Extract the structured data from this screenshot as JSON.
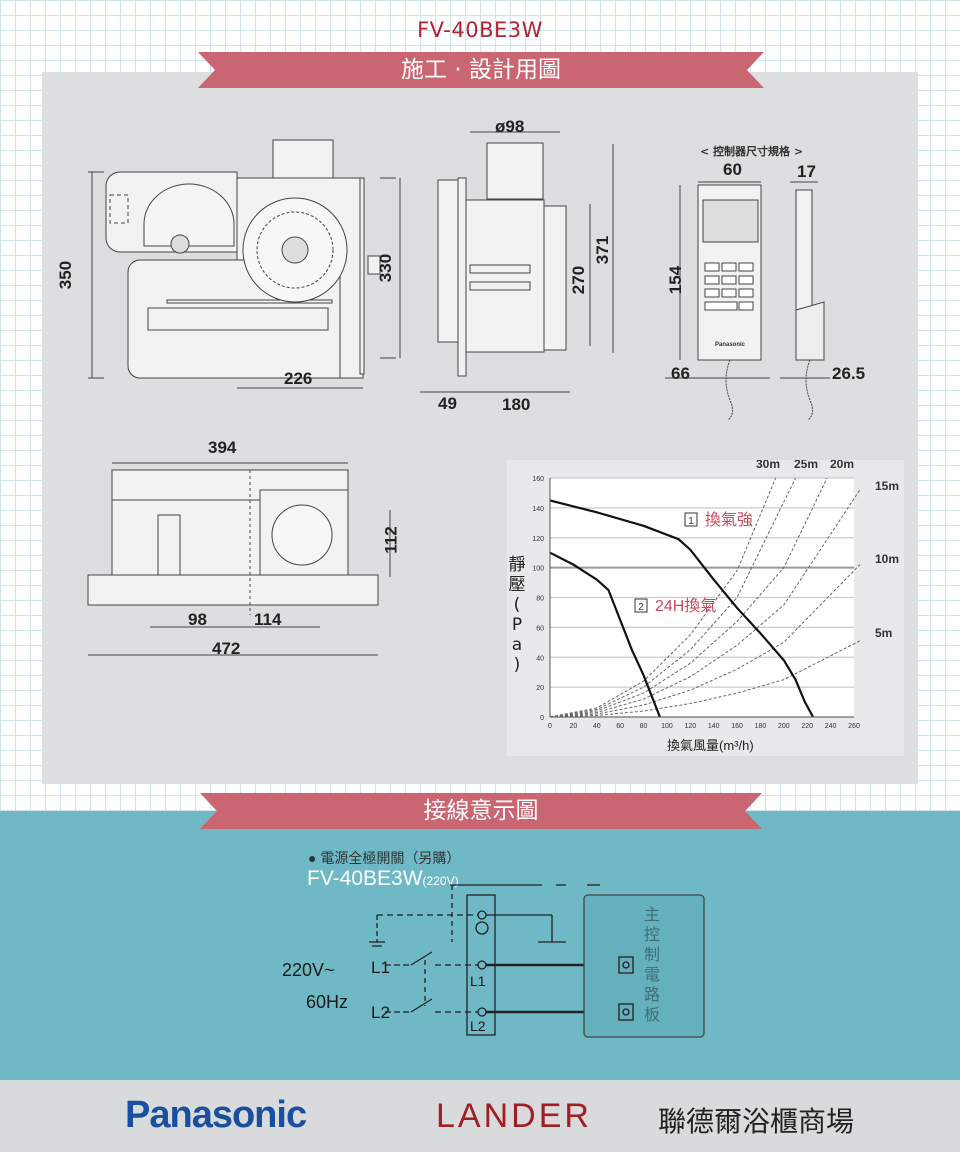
{
  "header": {
    "model": "FV-40BE3W",
    "section_install": "施工 · 設計用圖",
    "section_wiring": "接線意示圖"
  },
  "drawing_top_view": {
    "dim_height_left": "350",
    "dim_height_right": "330",
    "dim_width": "226"
  },
  "drawing_side_view": {
    "dim_duct": "ø98",
    "dim_inner_height": "270",
    "dim_total_height": "371",
    "dim_flange": "49",
    "dim_depth": "180"
  },
  "controller": {
    "title": "< 控制器尺寸規格 >",
    "dim_width": "60",
    "dim_depth": "17",
    "dim_height": "154",
    "dim_bottom_width": "66",
    "dim_bottom_depth": "26.5",
    "brand_label": "Panasonic"
  },
  "drawing_front_view": {
    "dim_top_width": "394",
    "dim_height": "112",
    "dim_left_offset": "98",
    "dim_right_offset": "114",
    "dim_total_width": "472"
  },
  "chart_data": {
    "type": "line",
    "title": "",
    "xlabel": "換氣風量(m³/h)",
    "ylabel": "靜壓(Pa)",
    "xlim": [
      0,
      260
    ],
    "ylim": [
      0,
      160
    ],
    "x_ticks": [
      0,
      20,
      40,
      60,
      80,
      100,
      120,
      140,
      160,
      180,
      200,
      220,
      240,
      260
    ],
    "y_ticks": [
      0,
      20,
      40,
      60,
      80,
      100,
      120,
      140,
      160
    ],
    "grid": "horizontal",
    "series": [
      {
        "name": "換氣強",
        "marker": "1",
        "style": "solid",
        "x": [
          0,
          40,
          80,
          110,
          120,
          140,
          160,
          180,
          200,
          210,
          218,
          225
        ],
        "y": [
          145,
          137,
          128,
          119,
          112,
          92,
          73,
          56,
          38,
          25,
          10,
          0
        ]
      },
      {
        "name": "24H換氣",
        "marker": "2",
        "style": "solid",
        "x": [
          0,
          20,
          40,
          50,
          60,
          70,
          80,
          88,
          94
        ],
        "y": [
          110,
          102,
          92,
          85,
          65,
          45,
          28,
          12,
          0
        ]
      }
    ],
    "duct_curves": [
      {
        "label": "30m",
        "x": [
          0,
          40,
          80,
          120,
          160,
          193
        ],
        "y": [
          0,
          6,
          24,
          55,
          98,
          160
        ]
      },
      {
        "label": "25m",
        "x": [
          0,
          40,
          80,
          120,
          160,
          210
        ],
        "y": [
          0,
          5,
          20,
          45,
          80,
          160
        ]
      },
      {
        "label": "20m",
        "x": [
          0,
          40,
          80,
          120,
          160,
          200,
          237
        ],
        "y": [
          0,
          4,
          16,
          36,
          64,
          100,
          160
        ]
      },
      {
        "label": "15m",
        "x": [
          0,
          40,
          80,
          120,
          160,
          200,
          265
        ],
        "y": [
          0,
          3,
          12,
          27,
          48,
          75,
          152
        ]
      },
      {
        "label": "10m",
        "x": [
          0,
          40,
          80,
          120,
          160,
          200,
          265
        ],
        "y": [
          0,
          2,
          8,
          18,
          32,
          50,
          102
        ]
      },
      {
        "label": "5m",
        "x": [
          0,
          40,
          80,
          120,
          160,
          200,
          265
        ],
        "y": [
          0,
          1,
          4,
          9,
          16,
          25,
          51
        ]
      }
    ]
  },
  "wiring": {
    "switch_note": "● 電源全極開關（另購）",
    "model": "FV-40BE3W",
    "voltage_tag": "(220V)",
    "supply_voltage": "220V~",
    "supply_freq": "60Hz",
    "line1": "L1",
    "line2": "L2",
    "terminal_l1": "L1",
    "terminal_l2": "L2",
    "board_label": "主控制電路板"
  },
  "footer": {
    "brand": "Panasonic",
    "dealer": "LANDER",
    "dealer_cn": "聯德爾浴櫃商場"
  }
}
